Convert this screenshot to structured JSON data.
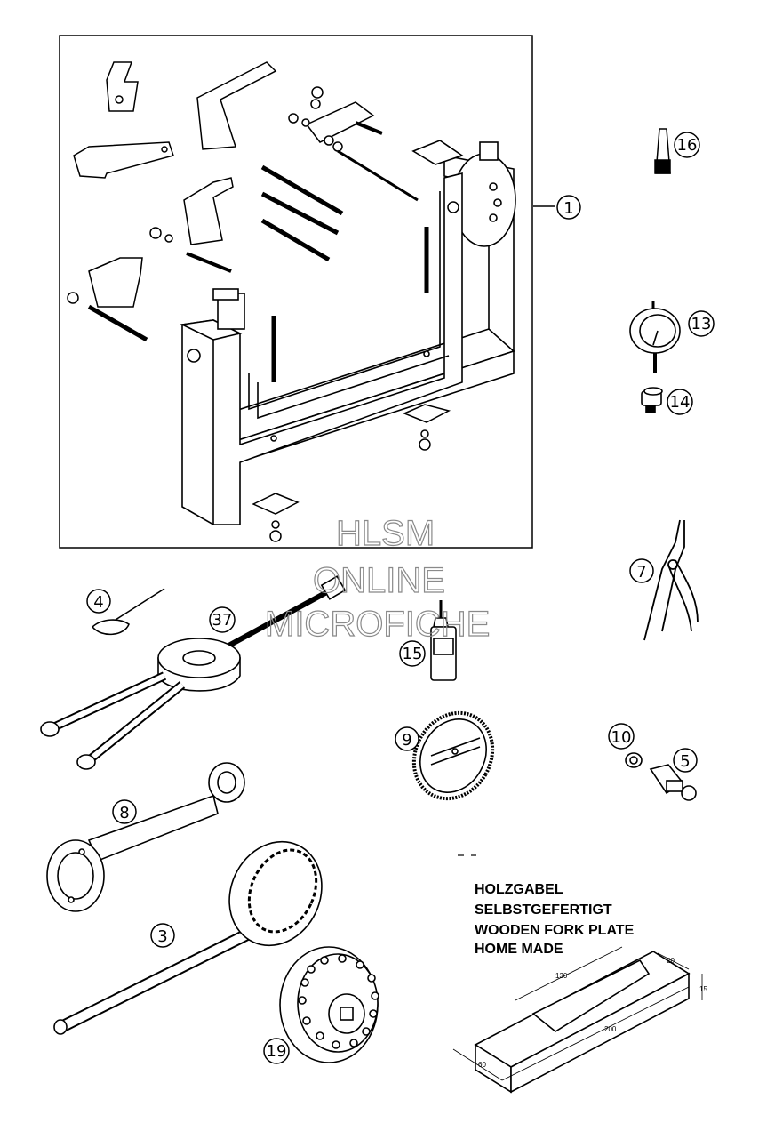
{
  "callouts": [
    {
      "id": "1",
      "label": "1"
    },
    {
      "id": "3",
      "label": "3"
    },
    {
      "id": "4",
      "label": "4"
    },
    {
      "id": "5",
      "label": "5"
    },
    {
      "id": "7",
      "label": "7"
    },
    {
      "id": "8",
      "label": "8"
    },
    {
      "id": "9",
      "label": "9"
    },
    {
      "id": "10",
      "label": "10"
    },
    {
      "id": "13",
      "label": "13"
    },
    {
      "id": "14",
      "label": "14"
    },
    {
      "id": "15",
      "label": "15"
    },
    {
      "id": "16",
      "label": "16"
    },
    {
      "id": "19",
      "label": "19"
    },
    {
      "id": "37",
      "label": "37"
    }
  ],
  "watermark": {
    "line1": "HLSM",
    "line2": "ONLINE",
    "line3": "MICROFICHE"
  },
  "note": {
    "line1": "HOLZGABEL",
    "line2": "SELBSTGEFERTIGT",
    "line3": "WOODEN FORK PLATE",
    "line4": "HOME MADE"
  },
  "dimensions": {
    "d130": "130",
    "d20": "20",
    "d15": "15",
    "d200": "200",
    "d60": "60"
  },
  "colors": {
    "line": "#000000",
    "fill": "#ffffff",
    "watermark": "#8a8a8a"
  }
}
